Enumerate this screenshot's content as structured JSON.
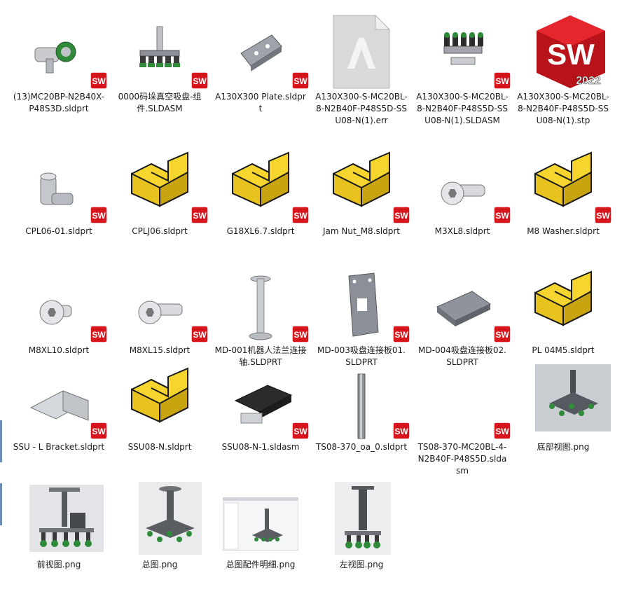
{
  "files": [
    {
      "label": "(13)MC20BP-N2B40X-P48S3D.sldprt",
      "kind": "part-fitting"
    },
    {
      "label": "0000码垛真空吸盘-组件.SLDASM",
      "kind": "assembly-gripper"
    },
    {
      "label": "A130X300 Plate.sldprt",
      "kind": "part-plate"
    },
    {
      "label": "A130X300-S-MC20BL-8-N2B40F-P48S5D-SSU08-N(1).err",
      "kind": "generic-doc"
    },
    {
      "label": "A130X300-S-MC20BL-8-N2B40F-P48S5D-SSU08-N(1).SLDASM",
      "kind": "assembly-small"
    },
    {
      "label": "A130X300-S-MC20BL-8-N2B40F-P48S5D-SSU08-N(1).stp",
      "kind": "sw2022"
    },
    {
      "label": "CPL06-01.sldprt",
      "kind": "part-elbow"
    },
    {
      "label": "CPLJ06.sldprt",
      "kind": "yellow"
    },
    {
      "label": "G18XL6.7.sldprt",
      "kind": "yellow"
    },
    {
      "label": "Jam Nut_M8.sldprt",
      "kind": "yellow"
    },
    {
      "label": "M3XL8.sldprt",
      "kind": "part-screw"
    },
    {
      "label": "M8 Washer.sldprt",
      "kind": "yellow"
    },
    {
      "label": "M8XL10.sldprt",
      "kind": "part-screw-short"
    },
    {
      "label": "M8XL15.sldprt",
      "kind": "part-screw"
    },
    {
      "label": "MD-001机器人法兰连接轴.SLDPRT",
      "kind": "part-shaft"
    },
    {
      "label": "MD-003吸盘连接板01.SLDPRT",
      "kind": "part-vplate"
    },
    {
      "label": "MD-004吸盘连接板02.SLDPRT",
      "kind": "part-hplate"
    },
    {
      "label": "PL 04M5.sldprt",
      "kind": "yellow-nobadge"
    },
    {
      "label": "SSU - L Bracket.sldprt",
      "kind": "part-bracket"
    },
    {
      "label": "SSU08-N.sldprt",
      "kind": "yellow-nobadge"
    },
    {
      "label": "SSU08-N-1.sldasm",
      "kind": "part-black"
    },
    {
      "label": "TS08-370_oa_0.sldprt",
      "kind": "part-rail"
    },
    {
      "label": "TS08-370-MC20BL-4-N2B40F-P48S5D.sldasm",
      "kind": "badge-only"
    },
    {
      "label": "底部视图.png",
      "kind": "png-bottom"
    },
    {
      "label": "前视图.png",
      "kind": "png-front"
    },
    {
      "label": "总图.png",
      "kind": "png-main"
    },
    {
      "label": "总图配件明细.png",
      "kind": "png-detail"
    },
    {
      "label": "左视图.png",
      "kind": "png-left"
    }
  ],
  "badge": {
    "text": "SW"
  },
  "sw2022": {
    "letters": "SW",
    "year": "2022"
  },
  "colors": {
    "sw_red": "#d7151c",
    "yellow": "#f5d52e",
    "yellow_dark": "#c8a410",
    "label": "#1a1a1a"
  }
}
